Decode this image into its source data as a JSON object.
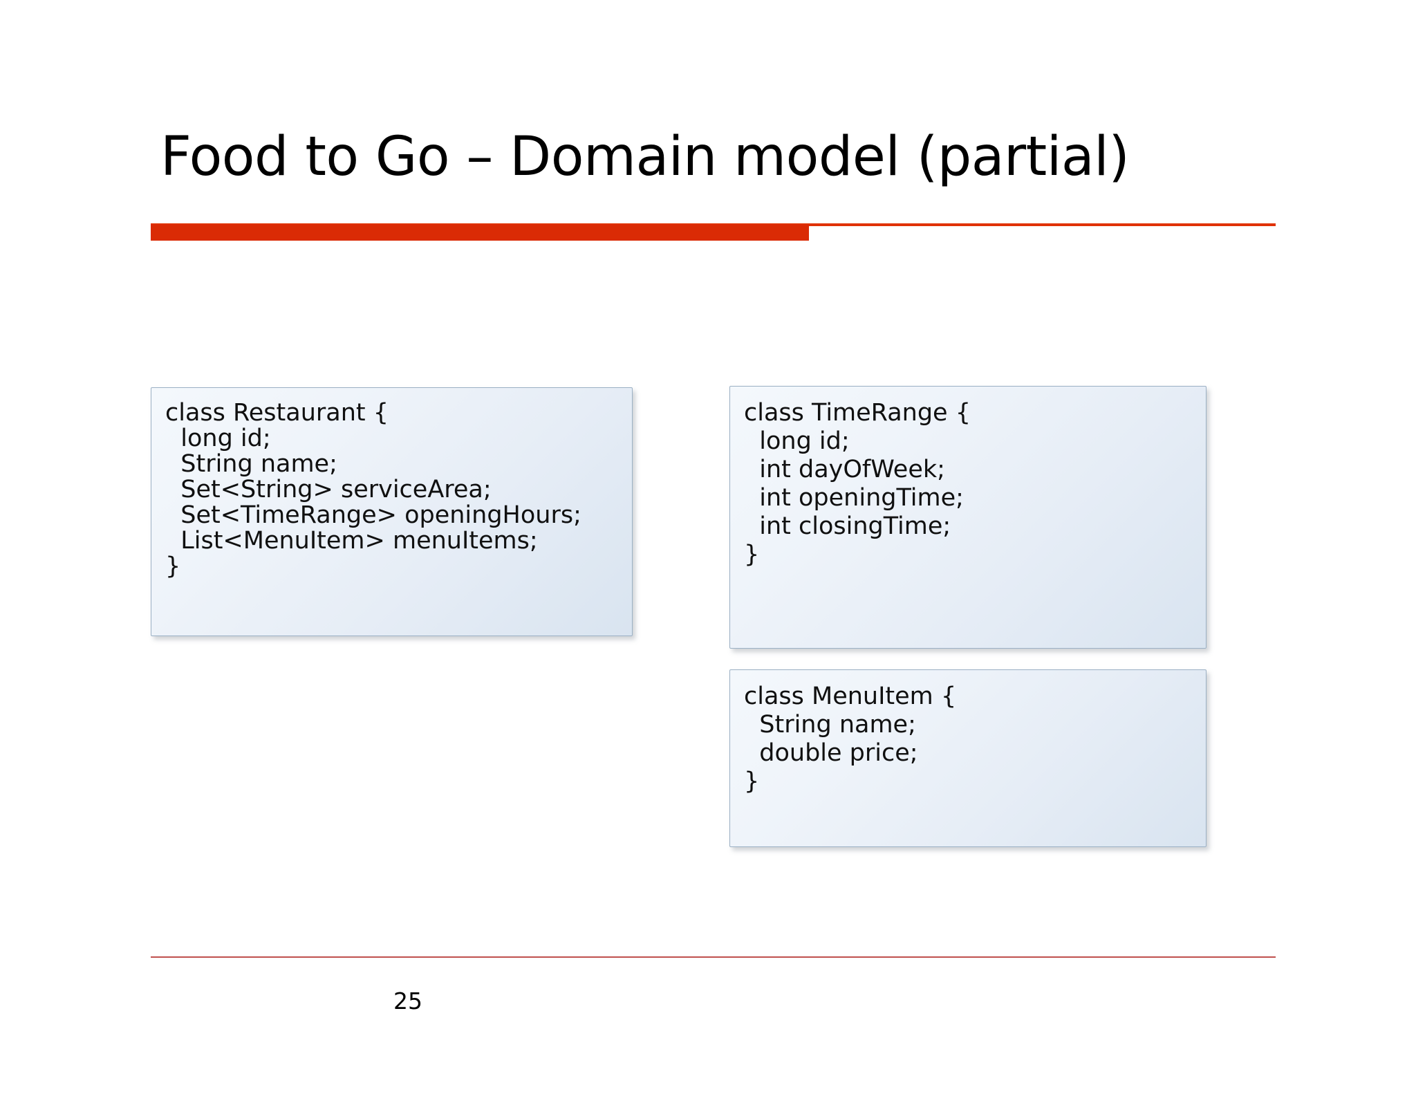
{
  "slide": {
    "title": "Food to Go – Domain model (partial)",
    "page_number": "25",
    "accent_color_thick": "#DA2B05",
    "accent_color_thin": "#E03100",
    "footer_rule_color": "#C0504D",
    "background_color": "#FFFFFF"
  },
  "boxes": [
    {
      "name": "Restaurant",
      "lines": [
        "class Restaurant {",
        "  long id;",
        "  String name;",
        "  Set<String> serviceArea;",
        "  Set<TimeRange> openingHours;",
        "  List<MenuItem> menuItems;",
        "}"
      ],
      "line_0": "class Restaurant {",
      "line_1": "  long id;",
      "line_2": "  String name;",
      "line_3": "  Set<String> serviceArea;",
      "line_4": "  Set<TimeRange> openingHours;",
      "line_5": "  List<MenuItem> menuItems;",
      "line_6": "}"
    },
    {
      "name": "TimeRange",
      "lines": [
        "class TimeRange {",
        "  long id;",
        "  int dayOfWeek;",
        "  int openingTime;",
        "  int closingTime;",
        "}"
      ],
      "line_0": "class TimeRange {",
      "line_1": "  long id;",
      "line_2": "  int dayOfWeek;",
      "line_3": "  int openingTime;",
      "line_4": "  int closingTime;",
      "line_5": "}"
    },
    {
      "name": "MenuItem",
      "lines": [
        "class MenuItem {",
        "  String name;",
        "  double price;",
        "}"
      ],
      "line_0": "class MenuItem {",
      "line_1": "  String name;",
      "line_2": "  double price;",
      "line_3": "}"
    }
  ]
}
